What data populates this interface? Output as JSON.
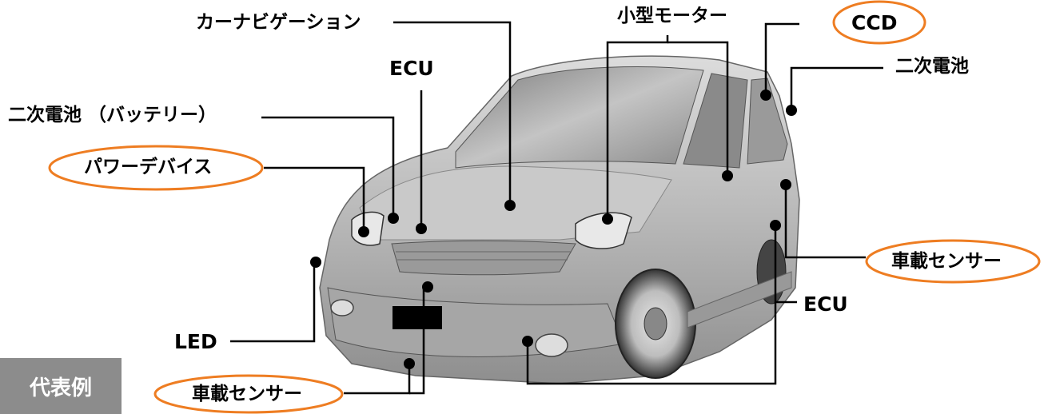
{
  "labels": {
    "car_navigation": "カーナビゲーション",
    "small_motor": "小型モーター",
    "ccd": "CCD",
    "ecu_top": "ECU",
    "secondary_battery_right": "二次電池",
    "secondary_battery_left": "二次電池 （バッテリー）",
    "power_device": "パワーデバイス",
    "onboard_sensor_right": "車載センサー",
    "ecu_right": "ECU",
    "led": "LED",
    "onboard_sensor_bottom": "車載センサー"
  },
  "badge": "代表例",
  "colors": {
    "highlight_ellipse": "#ee7d22",
    "leader_line": "#000000",
    "badge_background": "#8c8c8c",
    "badge_text": "#ffffff"
  },
  "highlighted_labels": [
    "ccd",
    "power_device",
    "onboard_sensor_right",
    "onboard_sensor_bottom"
  ]
}
